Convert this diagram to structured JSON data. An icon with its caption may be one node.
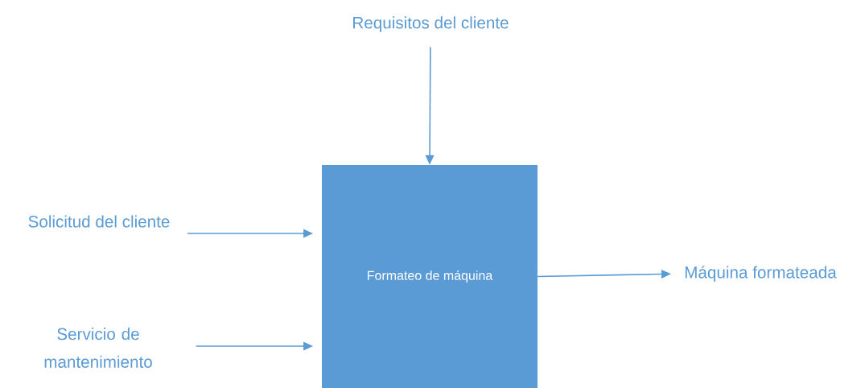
{
  "diagram": {
    "nodes": [
      {
        "text": [
          "Requisitos del cliente"
        ]
      },
      {
        "text": [
          "Solicitud del cliente"
        ]
      },
      {
        "text": [
          "Servicio de mantenimiento"
        ]
      },
      {
        "text": [
          "Formateo de máquina"
        ]
      },
      {
        "text": [
          "Máquina formateada"
        ]
      }
    ],
    "edges": [
      {
        "from": 0,
        "to": 3,
        "arrow": "to"
      },
      {
        "from": 1,
        "to": 3,
        "arrow": "to"
      },
      {
        "from": 2,
        "to": 3,
        "arrow": "to"
      },
      {
        "from": 3,
        "to": 4,
        "arrow": "to"
      }
    ]
  }
}
